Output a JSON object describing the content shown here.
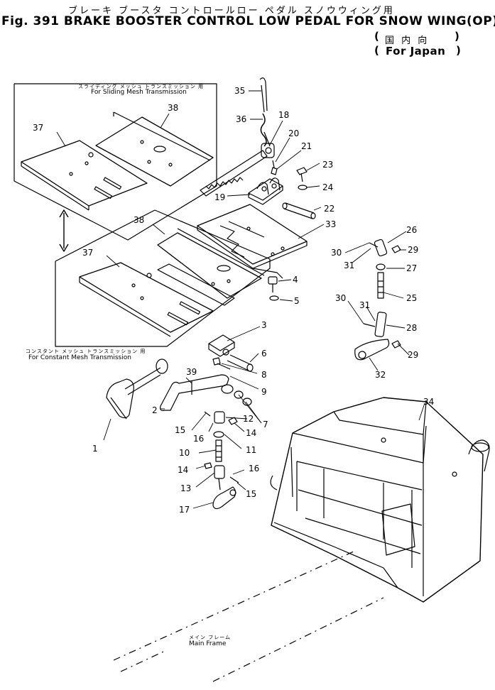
{
  "title": {
    "japanese": "ブレーキ ブースタ コントロールロー ペダル スノウウィング用",
    "english": "Fig. 391 BRAKE BOOSTER CONTROL LOW PEDAL FOR SNOW WING(OP)",
    "region_japanese": "国 内 向",
    "region_english": "For Japan"
  },
  "notes": {
    "sliding_jp": "スライディング メッシュ トランスミッション 用",
    "sliding_en": "For Sliding Mesh Transmission",
    "constant_jp": "コンスタント メッシュ トランスミッション 用",
    "constant_en": "For Constant Mesh Transmission",
    "frame_jp": "メイン フレーム",
    "frame_en": "Main Frame"
  },
  "parts": [
    {
      "id": "p1",
      "n": "1"
    },
    {
      "id": "p2",
      "n": "2"
    },
    {
      "id": "p3",
      "n": "3"
    },
    {
      "id": "p4",
      "n": "4"
    },
    {
      "id": "p5",
      "n": "5"
    },
    {
      "id": "p6",
      "n": "6"
    },
    {
      "id": "p7",
      "n": "7"
    },
    {
      "id": "p8",
      "n": "8"
    },
    {
      "id": "p9",
      "n": "9"
    },
    {
      "id": "p10",
      "n": "10"
    },
    {
      "id": "p11",
      "n": "11"
    },
    {
      "id": "p12",
      "n": "12"
    },
    {
      "id": "p13",
      "n": "13"
    },
    {
      "id": "p14a",
      "n": "14"
    },
    {
      "id": "p14b",
      "n": "14"
    },
    {
      "id": "p15a",
      "n": "15"
    },
    {
      "id": "p15b",
      "n": "15"
    },
    {
      "id": "p16a",
      "n": "16"
    },
    {
      "id": "p16b",
      "n": "16"
    },
    {
      "id": "p17",
      "n": "17"
    },
    {
      "id": "p18",
      "n": "18"
    },
    {
      "id": "p19",
      "n": "19"
    },
    {
      "id": "p20",
      "n": "20"
    },
    {
      "id": "p21",
      "n": "21"
    },
    {
      "id": "p22",
      "n": "22"
    },
    {
      "id": "p23",
      "n": "23"
    },
    {
      "id": "p24",
      "n": "24"
    },
    {
      "id": "p25",
      "n": "25"
    },
    {
      "id": "p26",
      "n": "26"
    },
    {
      "id": "p27",
      "n": "27"
    },
    {
      "id": "p28",
      "n": "28"
    },
    {
      "id": "p29a",
      "n": "29"
    },
    {
      "id": "p29b",
      "n": "29"
    },
    {
      "id": "p30a",
      "n": "30"
    },
    {
      "id": "p30b",
      "n": "30"
    },
    {
      "id": "p31a",
      "n": "31"
    },
    {
      "id": "p31b",
      "n": "31"
    },
    {
      "id": "p32",
      "n": "32"
    },
    {
      "id": "p33",
      "n": "33"
    },
    {
      "id": "p34",
      "n": "34"
    },
    {
      "id": "p35",
      "n": "35"
    },
    {
      "id": "p36",
      "n": "36"
    },
    {
      "id": "p37a",
      "n": "37"
    },
    {
      "id": "p37b",
      "n": "37"
    },
    {
      "id": "p38a",
      "n": "38"
    },
    {
      "id": "p38b",
      "n": "38"
    },
    {
      "id": "p39",
      "n": "39"
    }
  ]
}
